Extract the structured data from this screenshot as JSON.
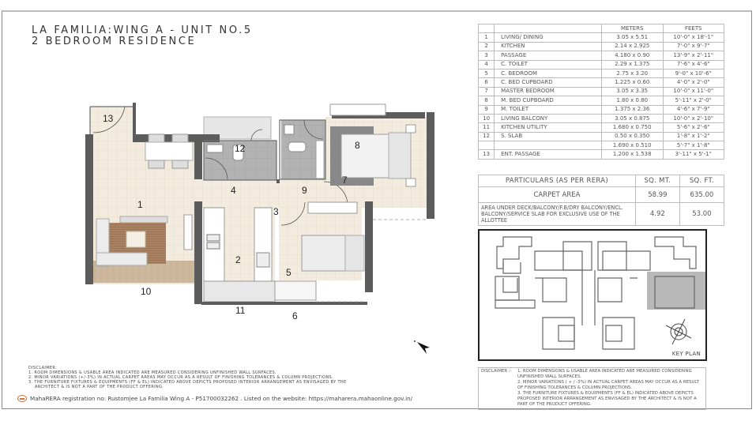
{
  "header": {
    "title_line1": "LA FAMILIA:WING A - UNIT NO.5",
    "title_line2": "2 BEDROOM RESIDENCE"
  },
  "floor_plan": {
    "room_labels": [
      "1",
      "2",
      "3",
      "4",
      "5",
      "6",
      "7",
      "8",
      "9",
      "10",
      "11",
      "12",
      "13"
    ],
    "north_icon": "north-arrow-icon"
  },
  "dimensions_table": {
    "headers": [
      "",
      "",
      "METERS",
      "FEETS"
    ],
    "rows": [
      {
        "no": "1",
        "name": "LIVING/ DINING",
        "meters": "3.05 x 5.51",
        "feet": "10'-0\" x 18'-1\""
      },
      {
        "no": "2",
        "name": "KITCHEN",
        "meters": "2.14 x 2.925",
        "feet": "7'-0\" x 9'-7\""
      },
      {
        "no": "3",
        "name": "PASSAGE",
        "meters": "4.180 x 0.90",
        "feet": "13'-9\" x 2'-11\""
      },
      {
        "no": "4",
        "name": "C. TOILET",
        "meters": "2.29 x 1.375",
        "feet": "7'-6\" x 4'-6\""
      },
      {
        "no": "5",
        "name": "C. BEDROOM",
        "meters": "2.75 x 3.20",
        "feet": "9'-0\" x 10'-6\""
      },
      {
        "no": "6",
        "name": "C. BED CUPBOARD",
        "meters": "1.225 x 0.60",
        "feet": "4'-0\" x 2'-0\""
      },
      {
        "no": "7",
        "name": "MASTER BEDROOM",
        "meters": "3.05 x 3.35",
        "feet": "10'-0\" x 11'-0\""
      },
      {
        "no": "8",
        "name": "M. BED CUPBOARD",
        "meters": "1.80 x 0.80",
        "feet": "5'-11\" x 2'-0\""
      },
      {
        "no": "9",
        "name": "M. TOILET",
        "meters": "1.375 x 2.36",
        "feet": "4'-6\" x 7'-9\""
      },
      {
        "no": "10",
        "name": "LIVING BALCONY",
        "meters": "3.05 x 0.875",
        "feet": "10'-0\" x 2'-10\""
      },
      {
        "no": "11",
        "name": "KITCHEN UTILITY",
        "meters": "1.680 x 0.750",
        "feet": "5'-6\" x 2'-6\""
      },
      {
        "no": "12",
        "name": "S. SLAB",
        "meters": "0.50 x 0.350",
        "feet": "1'-8\" x 1'-2\""
      },
      {
        "no": "",
        "name": "",
        "meters": "1.690 x 0.510",
        "feet": "5'-7\" x 1'-8\""
      },
      {
        "no": "13",
        "name": "ENT. PASSAGE",
        "meters": "1.200 x 1.538",
        "feet": "3'-11\" x 5'-1\""
      }
    ]
  },
  "rera_table": {
    "headers": [
      "PARTICULARS (AS PER RERA)",
      "SQ. MT.",
      "SQ. FT."
    ],
    "rows": [
      {
        "label": "CARPET AREA",
        "sqmt": "58.99",
        "sqft": "635.00"
      },
      {
        "label": "AREA UNDER DECK/BALCONY/F.B/DRY BALCONY/ENCL. BALCONY/SERVICE SLAB FOR EXCLUSIVE USE OF THE ALLOTTEE",
        "sqmt": "4.92",
        "sqft": "53.00"
      }
    ]
  },
  "key_plan": {
    "label": "KEY PLAN",
    "highlight_color": "#b8b8b8"
  },
  "disclaimer_right": {
    "label": "DISCLAIMER :-",
    "items": [
      "1. ROOM DIMENSIONS & USABLE AREA INDICATED ARE MEASURED CONSIDERING UNFINISHED WALL SURFACES.",
      "2. MINOR VARIATIONS ( + / -3%) IN ACTUAL CARPET AREAS MAY OCCUR AS A RESULT OF FINISHING TOLERANCES & COLUMN PROJECTIONS.",
      "3. THE FURNITURE FIXTURES & EQUIPMENTS (FF & EL) INDICATED ABOVE DEPICTS PROPOSED INTERIOR ARRANGEMENT AS ENVISAGED BY THE ARCHITECT & IS NOT A PART OF THE PRODUCT OFFERING."
    ]
  },
  "disclaimer_left": {
    "label": "DISCLAIMER:",
    "items": [
      "1. ROOM DIMENSIONS & USABLE AREA INDICATED ARE MEASURED CONSIDERING UNFINISHED WALL SURFACES.",
      "2. MINOR VARIATIONS (+/-3%) IN ACTUAL CARPET AREAS MAY OCCUR AS A RESULT OF FINISHING TOLERANCES & COLUMN PROJECTIONS.",
      "3. THE FURNITURE FIXTURES & EQUIPMENTS (FF & EL) INDICATED ABOVE DEPICTS PROPOSED INTERIOR ARRANGEMENT AS ENVISAGED BY THE",
      "   ARCHITECT & IS NOT A PART OF THE PRODUCT OFFERING."
    ]
  },
  "registration": {
    "text": "MahaRERA registration no: Rustomjee La Familia Wing A - P51700032262 . Listed on the website: https://maharera.mahaonline.gov.in/"
  },
  "colors": {
    "wall": "#5a5a5a",
    "floor_tile": "#f1ebdd",
    "toilet_floor": "#a9a9a9",
    "balcony_wood": "#c9b49a",
    "rug": "#a47e5f",
    "logo_accent": "#d0703a"
  }
}
